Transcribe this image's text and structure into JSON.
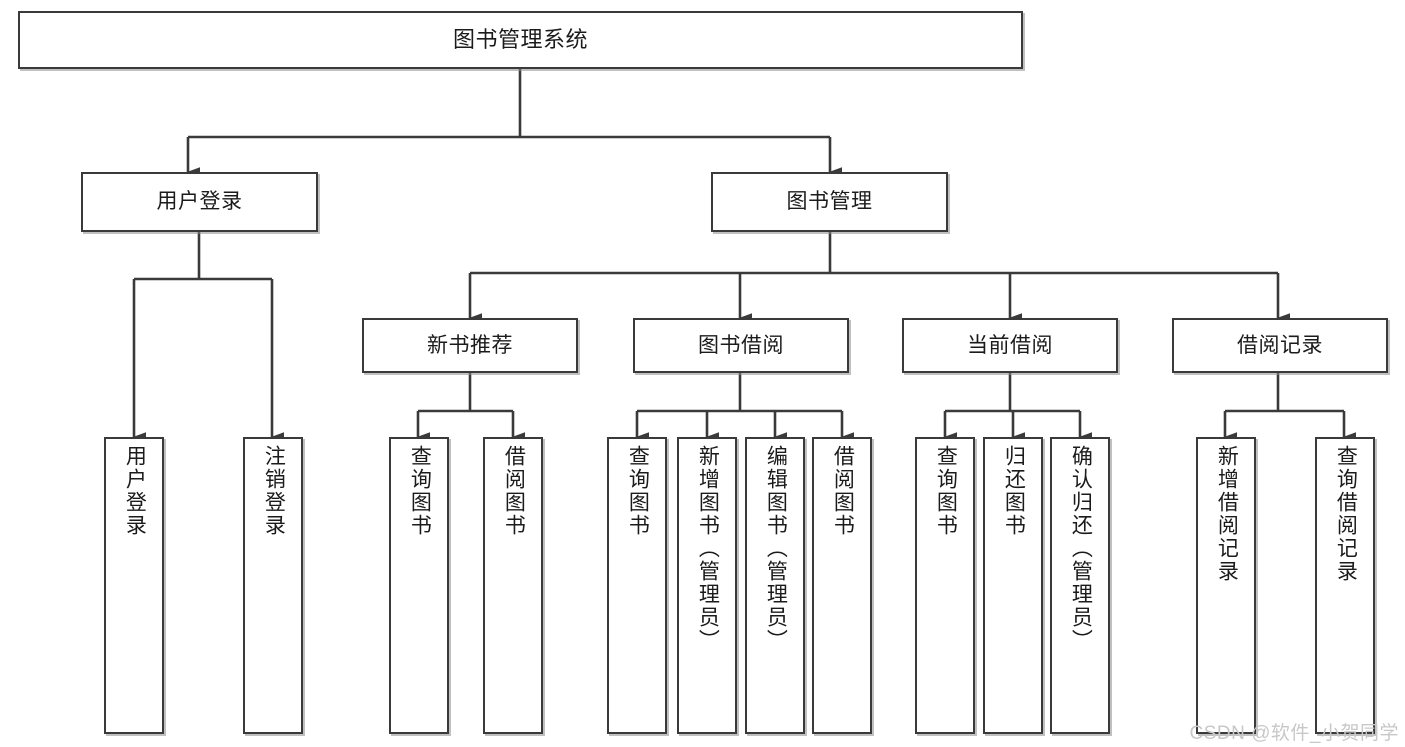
{
  "diagram": {
    "type": "tree-hierarchy",
    "title": "图书管理系统",
    "watermark": "CSDN @软件_小贺同学",
    "colors": {
      "node_border": "#3a3a3a",
      "node_fill": "#ffffff",
      "connector": "#3a3a3a",
      "watermark": "#c8c8c8",
      "text": "#1b1b1b"
    },
    "nodes": {
      "root": {
        "label": "图书管理系统",
        "orientation": "horizontal"
      },
      "level2": [
        {
          "label": "用户登录",
          "orientation": "horizontal"
        },
        {
          "label": "图书管理",
          "orientation": "horizontal"
        }
      ],
      "level3": [
        {
          "label": "新书推荐",
          "orientation": "horizontal"
        },
        {
          "label": "图书借阅",
          "orientation": "horizontal"
        },
        {
          "label": "当前借阅",
          "orientation": "horizontal"
        },
        {
          "label": "借阅记录",
          "orientation": "horizontal"
        }
      ],
      "leaves_user_login": [
        {
          "label": "用户登录",
          "orientation": "vertical"
        },
        {
          "label": "注销登录",
          "orientation": "vertical"
        }
      ],
      "leaves_new_books": [
        {
          "label": "查询图书",
          "orientation": "vertical"
        },
        {
          "label": "借阅图书",
          "orientation": "vertical"
        }
      ],
      "leaves_book_borrow": [
        {
          "label": "查询图书",
          "orientation": "vertical"
        },
        {
          "label": "新增图书（管理员）",
          "orientation": "vertical"
        },
        {
          "label": "编辑图书（管理员）",
          "orientation": "vertical"
        },
        {
          "label": "借阅图书",
          "orientation": "vertical"
        }
      ],
      "leaves_current_borrow": [
        {
          "label": "查询图书",
          "orientation": "vertical"
        },
        {
          "label": "归还图书",
          "orientation": "vertical"
        },
        {
          "label": "确认归还（管理员）",
          "orientation": "vertical"
        }
      ],
      "leaves_borrow_records": [
        {
          "label": "新增借阅记录",
          "orientation": "vertical"
        },
        {
          "label": "查询借阅记录",
          "orientation": "vertical"
        }
      ]
    }
  }
}
